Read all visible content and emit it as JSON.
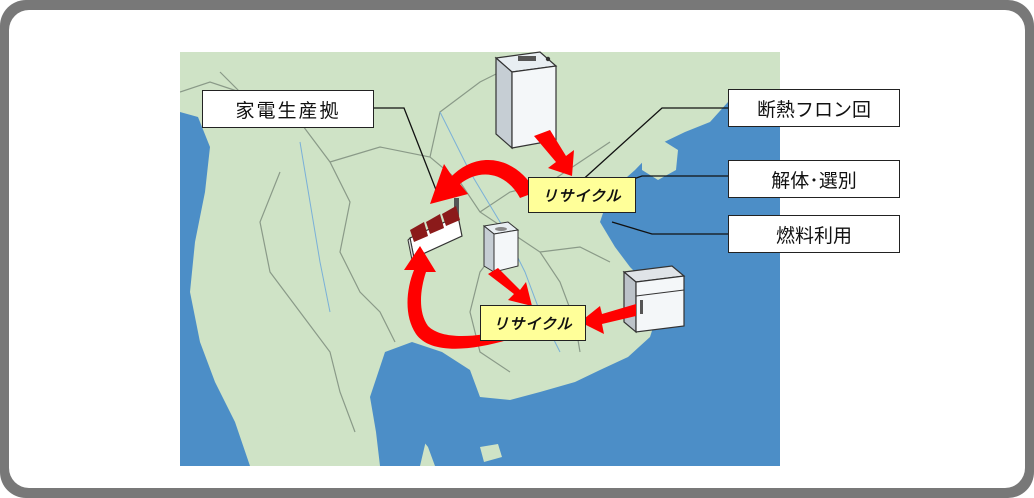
{
  "colors": {
    "frame": "#787878",
    "sea": "#4c8ec7",
    "land": "#cfe3c6",
    "border_line": "#8a9a88",
    "arrow": "#ff0000",
    "recycle_box": "#ffff99",
    "factory_roof": "#8b1a1a"
  },
  "labels": {
    "factory": "家電生産拠",
    "insulation": "断熱フロン回",
    "dismantle": "解体･選別",
    "fuel": "燃料利用"
  },
  "recycle": {
    "top": "リサイクル",
    "bottom": "リサイクル"
  },
  "icons": [
    "washing-machine-icon",
    "factory-icon",
    "small-washer-icon",
    "refrigerator-icon"
  ]
}
